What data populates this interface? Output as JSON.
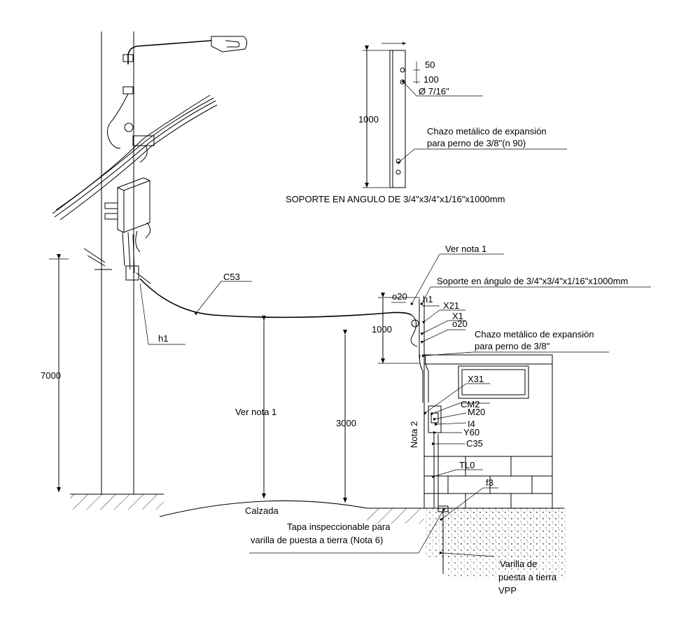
{
  "support_detail": {
    "title": "SOPORTE EN ANGULO DE 3/4\"x3/4\"x1/16\"x1000mm",
    "dim_length": "1000",
    "dim_hole_spacing_1": "50",
    "dim_hole_spacing_2": "100",
    "hole_diameter": "Ø  7/16\"",
    "anchor_note_line1": "Chazo metálico de expansión",
    "anchor_note_line2": "para perno de 3/8\"(n 90)"
  },
  "main": {
    "pole_height": "7000",
    "cable_label": "C53",
    "pole_ref": "h1",
    "clearance_note": "Ver nota 1",
    "building_height": "3000",
    "support_height": "1000",
    "road_label": "Calzada",
    "ver_nota_top": "Ver nota 1",
    "support_note": "Soporte en ángulo de 3/4\"x3/4\"x1/16\"x1000mm",
    "anchor_line1": "Chazo metálico de expansión",
    "anchor_line2": "para perno de 3/8\"",
    "nota2": "Nota 2",
    "grounding_cover_line1": "Tapa inspeccionable para",
    "grounding_cover_line2": "varilla de puesta a tierra (Nota 6)",
    "grounding_rod_line1": "Varilla de",
    "grounding_rod_line2": "puesta a tierra",
    "grounding_rod_line3": "VPP"
  },
  "codes": {
    "o20_left": "o20",
    "h1_right": "h1",
    "x21": "X21",
    "x1": "X1",
    "o20_right": "o20",
    "x31": "X31",
    "cm2": "CM2",
    "m20": "M20",
    "i4": "I4",
    "y60": "Y60",
    "c35": "C35",
    "tl0": "TL0",
    "f3": "f3"
  }
}
